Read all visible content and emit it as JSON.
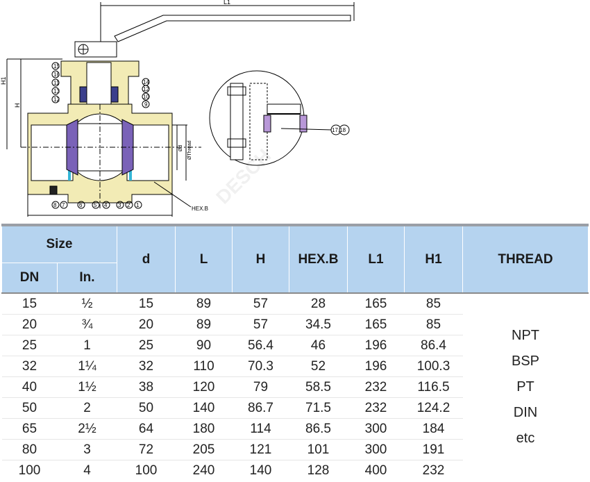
{
  "drawing": {
    "dimension_labels": {
      "l1": "L1",
      "h1": "H1",
      "h": "H",
      "d": "Ød",
      "thread": "ØThread",
      "hexb": "HEX.B"
    },
    "callouts_left": [
      "15",
      "16",
      "11",
      "13",
      "12"
    ],
    "callouts_right": [
      "14",
      "12",
      "10",
      "9"
    ],
    "callouts_bottom": [
      "8",
      "7",
      "6",
      "5",
      "4",
      "3",
      "2",
      "1"
    ],
    "detail_callout": "17,18",
    "watermark": "DESCH"
  },
  "table": {
    "headers": {
      "size": "Size",
      "dn": "DN",
      "inch": "In.",
      "d": "d",
      "L": "L",
      "H": "H",
      "hexb": "HEX.B",
      "l1": "L1",
      "h1": "H1",
      "thread": "THREAD"
    },
    "rows": [
      [
        "15",
        "½",
        "15",
        "89",
        "57",
        "28",
        "165",
        "85"
      ],
      [
        "20",
        "¾",
        "20",
        "89",
        "57",
        "34.5",
        "165",
        "85"
      ],
      [
        "25",
        "1",
        "25",
        "90",
        "56.4",
        "46",
        "196",
        "86.4"
      ],
      [
        "32",
        "1¼",
        "32",
        "110",
        "70.3",
        "52",
        "196",
        "100.3"
      ],
      [
        "40",
        "1½",
        "38",
        "120",
        "79",
        "58.5",
        "232",
        "116.5"
      ],
      [
        "50",
        "2",
        "50",
        "140",
        "86.7",
        "71.5",
        "232",
        "124.2"
      ],
      [
        "65",
        "2½",
        "64",
        "180",
        "114",
        "86.5",
        "300",
        "184"
      ],
      [
        "80",
        "3",
        "72",
        "205",
        "121",
        "101",
        "300",
        "191"
      ],
      [
        "100",
        "4",
        "100",
        "240",
        "140",
        "128",
        "400",
        "232"
      ]
    ],
    "thread_types": [
      "NPT",
      "BSP",
      "PT",
      "DIN",
      "etc"
    ]
  }
}
